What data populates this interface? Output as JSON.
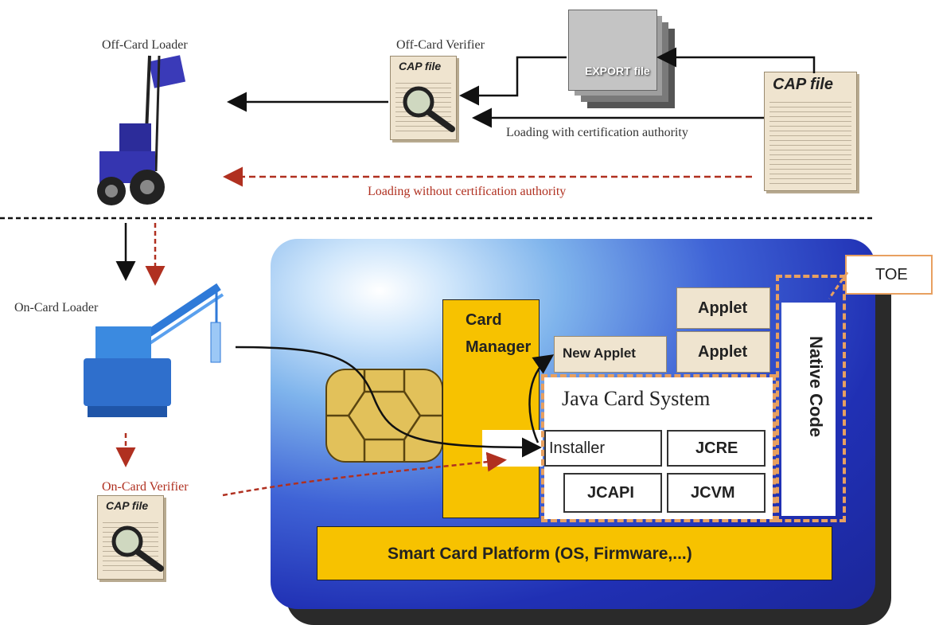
{
  "labels": {
    "off_card_loader": "Off-Card Loader",
    "off_card_verifier": "Off-Card Verifier",
    "export_file": "EXPORT file",
    "cap_file": "CAP file",
    "loading_with_ca": "Loading with certification authority",
    "loading_without_ca": "Loading without certification authority",
    "on_card_loader": "On-Card Loader",
    "on_card_verifier": "On-Card Verifier",
    "toe": "TOE",
    "card_manager": "Card Manager",
    "new_applet": "New Applet",
    "applet_1": "Applet",
    "applet_2": "Applet",
    "java_card_system": "Java Card System",
    "installer": "Installer",
    "jcre": "JCRE",
    "jcapi": "JCAPI",
    "jcvm": "JCVM",
    "native_code": "Native Code",
    "smart_card_platform": "Smart Card Platform (OS, Firmware,...)"
  },
  "colors": {
    "card_manager_yellow": "#f7c200",
    "toe_border_orange": "#e8a060",
    "dashed_red": "#b03020",
    "card_blue": "#2030b4"
  },
  "icons": [
    "forklift-icon",
    "crane-icon",
    "magnifier-icon",
    "puzzle-icon",
    "chip-icon"
  ]
}
